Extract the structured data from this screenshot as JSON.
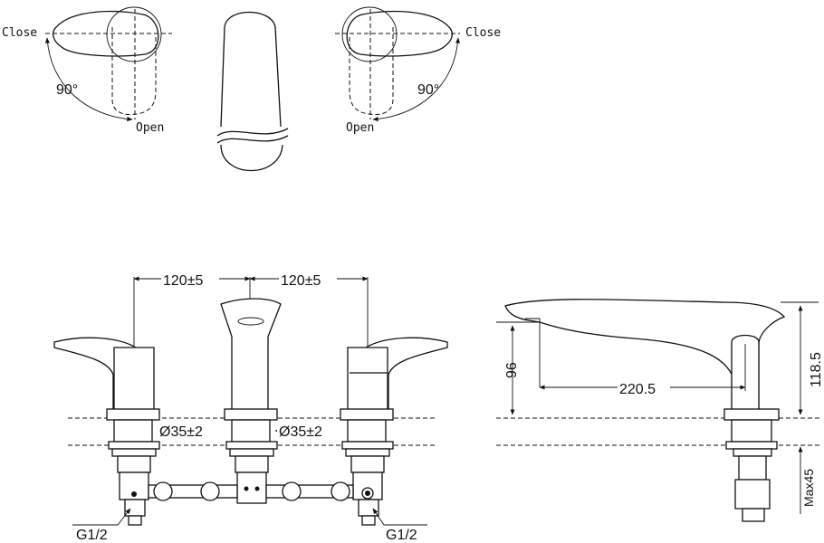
{
  "top_views": {
    "left_close": "Close",
    "left_angle": "90°",
    "left_open": "Open",
    "right_close": "Close",
    "right_angle": "90°",
    "right_open": "Open"
  },
  "front_view": {
    "spacing_left": "120±5",
    "spacing_right": "120±5",
    "hole_left": "Ø35±2",
    "hole_right": "Ø35±2",
    "thread_left": "G1/2",
    "thread_right": "G1/2"
  },
  "side_view": {
    "height_spout": "96",
    "reach": "220.5",
    "height_total": "118.5",
    "deck_max": "Max45"
  }
}
